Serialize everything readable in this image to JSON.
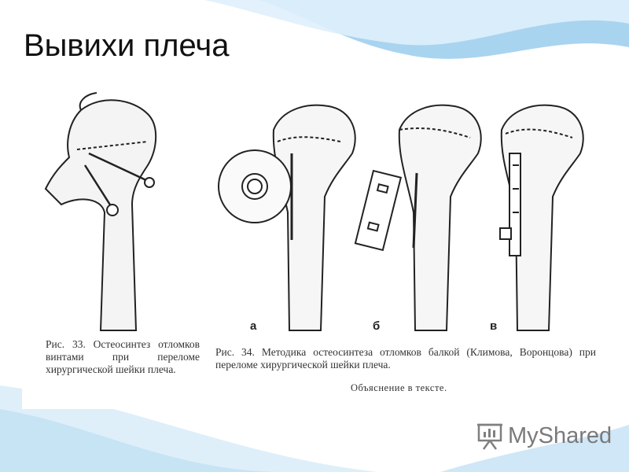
{
  "slide": {
    "title": "Вывихи плеча"
  },
  "figure": {
    "panel_letters": [
      "а",
      "б",
      "в"
    ],
    "caption_33": "Рис. 33. Остеосинтез отломков винтами при переломе хирургической шейки плеча.",
    "caption_34": "Рис. 34. Методика остеосинтеза отломков балкой (Климова, Воронцова) при переломе хирургической шейки плеча.",
    "caption_34_note": "Объяснение в тексте."
  },
  "logo": {
    "brand": "MyShared",
    "icon": "projector-screen-icon"
  },
  "colors": {
    "wave_light": "#e3f1fb",
    "wave_mid": "#b9dcf2",
    "wave_dark": "#8ec6ea",
    "logo_gray": "#7f7f7f"
  }
}
